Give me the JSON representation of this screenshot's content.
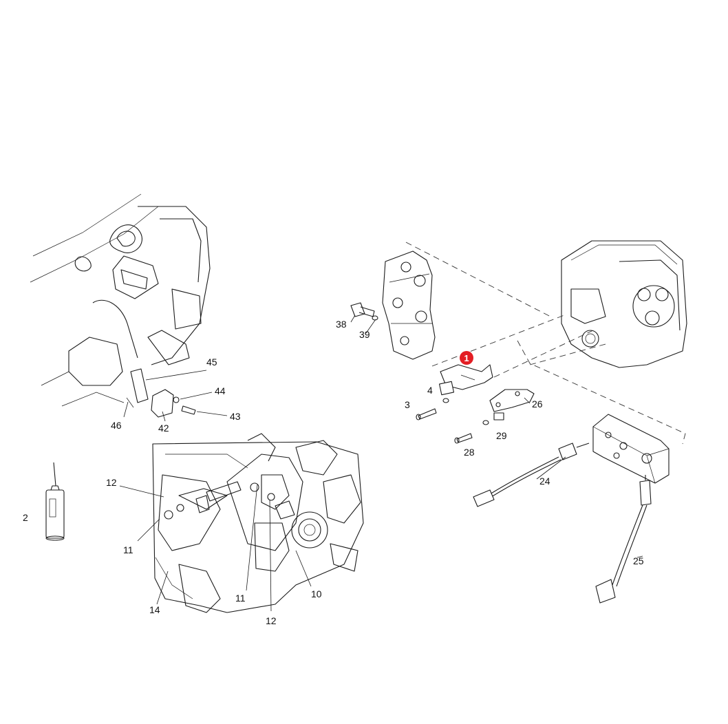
{
  "diagram": {
    "highlight": {
      "label": "1",
      "color": "#e31e24"
    },
    "callouts": [
      "2",
      "3",
      "4",
      "10",
      "11",
      "11",
      "12",
      "12",
      "14",
      "24",
      "25",
      "26",
      "28",
      "29",
      "38",
      "39",
      "42",
      "43",
      "44",
      "45",
      "46"
    ]
  }
}
